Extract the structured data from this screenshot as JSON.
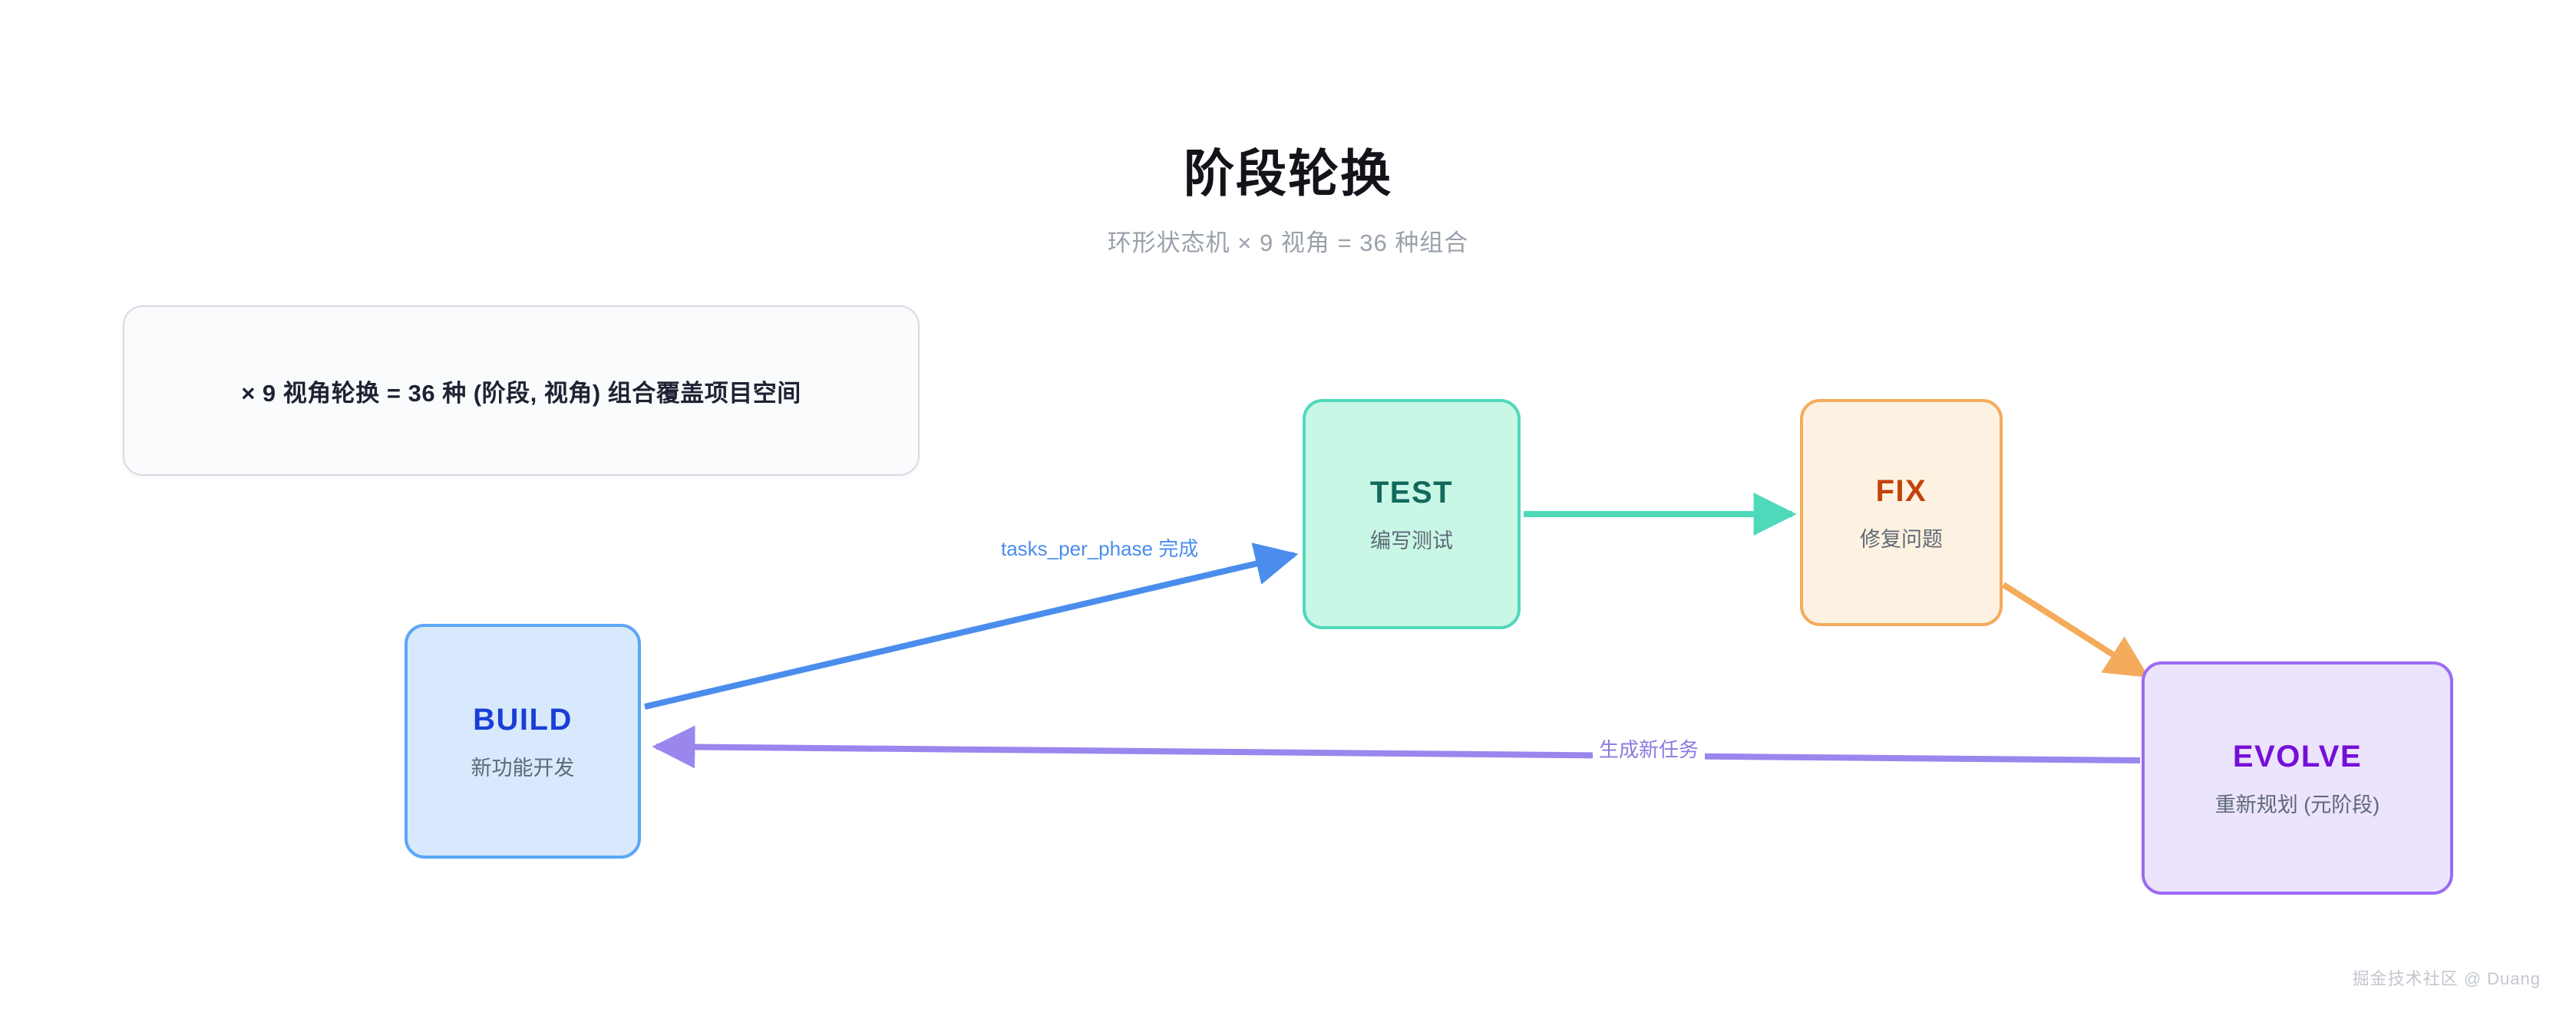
{
  "header": {
    "title": "阶段轮换",
    "subtitle": "环形状态机 × 9 视角 = 36 种组合"
  },
  "note": {
    "text": "× 9 视角轮换 = 36 种 (阶段, 视角) 组合覆盖项目空间"
  },
  "nodes": [
    {
      "id": "build",
      "title": "BUILD",
      "subtitle": "新功能开发",
      "fill": "#d8e8fd",
      "border": "#5aa7f5",
      "title_color": "#1a3fd6"
    },
    {
      "id": "test",
      "title": "TEST",
      "subtitle": "编写测试",
      "fill": "#c9f7e6",
      "border": "#4fd9bb",
      "title_color": "#12695c"
    },
    {
      "id": "fix",
      "title": "FIX",
      "subtitle": "修复问题",
      "fill": "#fdf2e1",
      "border": "#f4ab5c",
      "title_color": "#c4420d"
    },
    {
      "id": "evolve",
      "title": "EVOLVE",
      "subtitle": "重新规划 (元阶段)",
      "fill": "#ece3fd",
      "border": "#9b6bf3",
      "title_color": "#7410d6"
    }
  ],
  "edges": [
    {
      "id": "build-test",
      "from": "BUILD",
      "to": "TEST",
      "label": "tasks_per_phase 完成",
      "color": "#4a8ded"
    },
    {
      "id": "test-fix",
      "from": "TEST",
      "to": "FIX",
      "label": "",
      "color": "#4fd9bb"
    },
    {
      "id": "fix-evolve",
      "from": "FIX",
      "to": "EVOLVE",
      "label": "",
      "color": "#f4ab5c"
    },
    {
      "id": "evolve-build",
      "from": "EVOLVE",
      "to": "BUILD",
      "label": "生成新任务",
      "color": "#8b7be0"
    }
  ],
  "watermark": {
    "text": "掘金技术社区 @ Duang"
  }
}
